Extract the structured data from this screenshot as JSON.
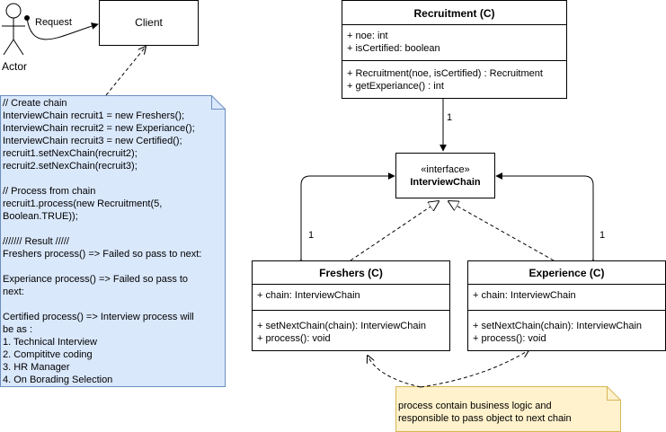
{
  "actor": {
    "label": "Actor",
    "edge_label": "Request"
  },
  "client": {
    "label": "Client"
  },
  "recruitment": {
    "title": "Recruitment (C)",
    "attributes": [
      "+ noe: int",
      "+ isCertified: boolean"
    ],
    "methods": [
      "+ Recruitment(noe, isCertified) : Recruitment",
      "+ getExperiance() : int"
    ]
  },
  "interview_chain": {
    "stereotype": "«interface»",
    "name": "InterviewChain"
  },
  "freshers": {
    "title": "Freshers (C)",
    "attributes": [
      "+ chain: InterviewChain"
    ],
    "methods": [
      "+ setNextChain(chain): InterviewChain",
      "+ process(): void"
    ]
  },
  "experience": {
    "title": "Experience (C)",
    "attributes": [
      "+ chain: InterviewChain"
    ],
    "methods": [
      "+ setNextChain(chain): InterviewChain",
      "+ process(): void"
    ]
  },
  "multiplicity": {
    "recruitment_link": "1",
    "freshers_link": "1",
    "experience_link": "1"
  },
  "code_note": {
    "lines": [
      "// Create chain",
      "InterviewChain recruit1 = new Freshers();",
      "InterviewChain recruit2 = new Experiance();",
      "InterviewChain recruit3 = new Certified();",
      "recruit1.setNexChain(recruit2);",
      "recruit2.setNexChain(recruit3);",
      "",
      "// Process from chain",
      "recruit1.process(new Recruitment(5,",
      "Boolean.TRUE));",
      "",
      "/////// Result /////",
      "Freshers process() => Failed so pass to next:",
      "",
      "Experiance process() => Failed so pass to",
      "next:",
      "",
      "Certified process() => Interview process will",
      "be as :",
      "1. Technical Interview",
      "2. Compititve coding",
      "3. HR Manager",
      "4. On Borading Selection"
    ]
  },
  "logic_note": {
    "lines": [
      "process contain business logic and",
      "responsible to pass object to next chain"
    ]
  },
  "colors": {
    "code_note_fill": "#dae8fc",
    "code_note_stroke": "#6c8ebf",
    "logic_note_fill": "#fff2cc",
    "logic_note_stroke": "#d6b656"
  }
}
